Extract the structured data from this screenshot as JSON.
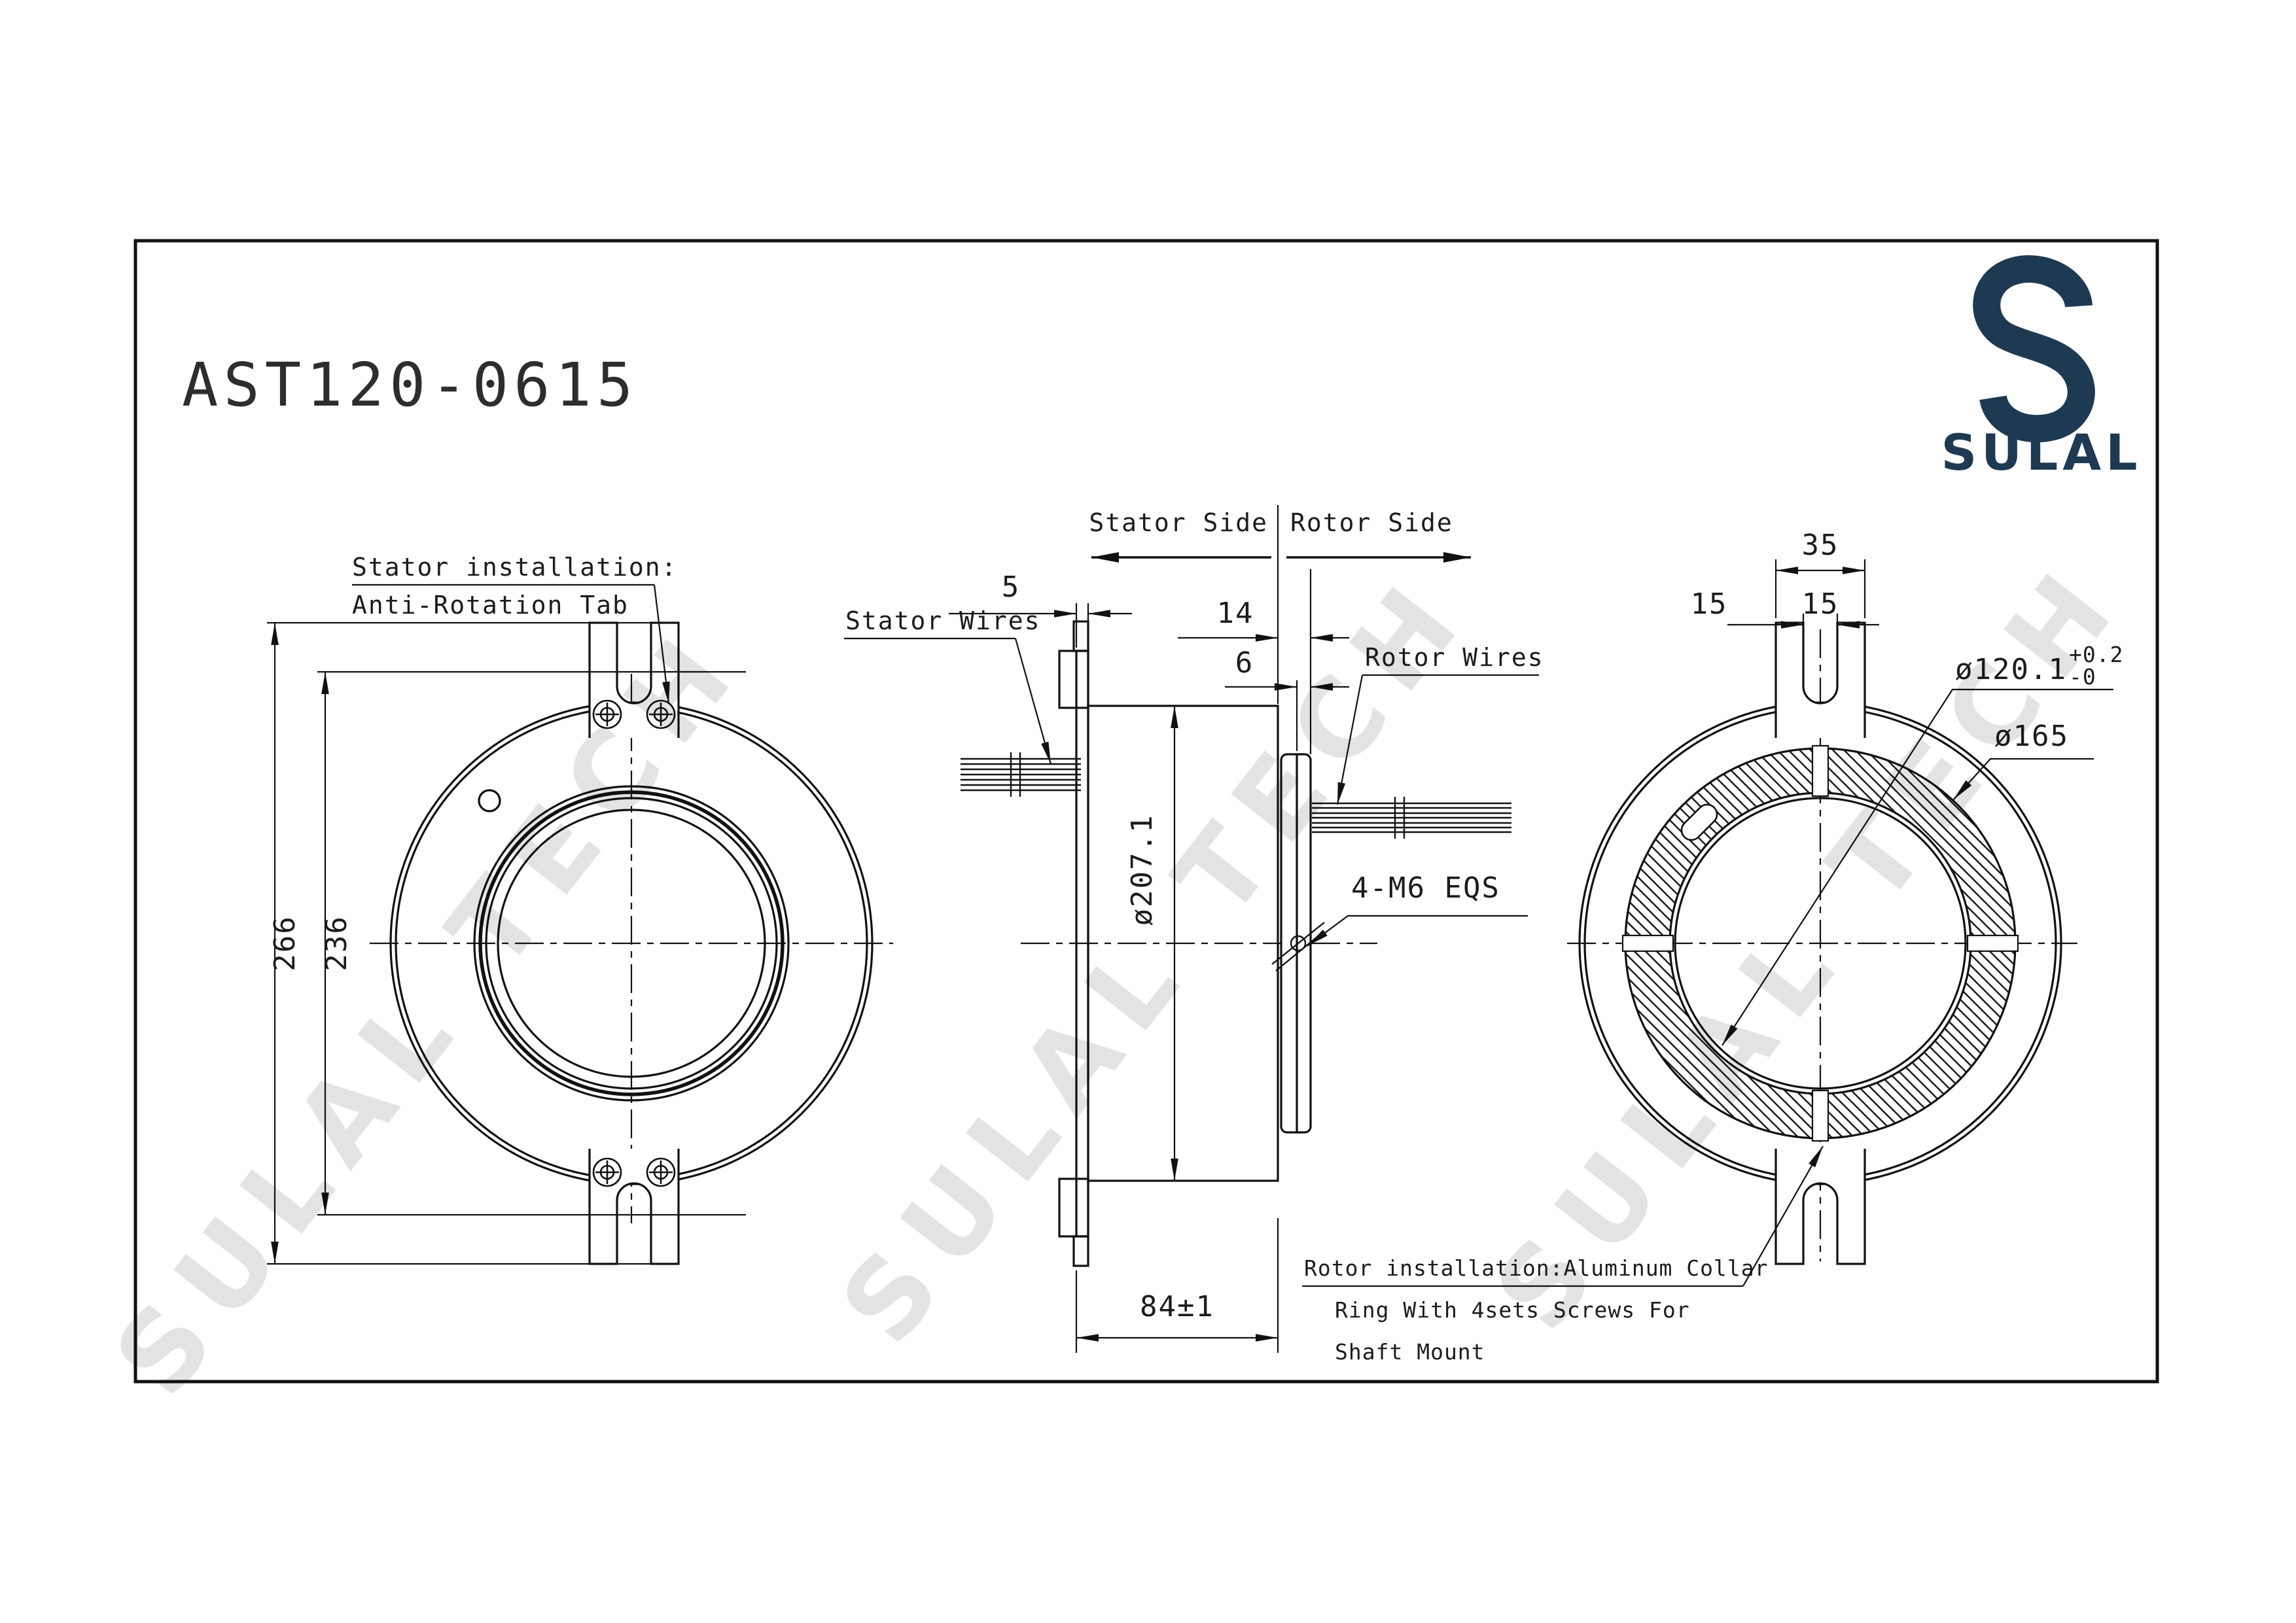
{
  "title": "AST120-0615",
  "brand": "SULAL",
  "watermark": "SULAL TECH",
  "left_view": {
    "leader_line1": "Stator installation:",
    "leader_line2": "Anti-Rotation Tab",
    "dim_outer": "266",
    "dim_inner": "236"
  },
  "section_view": {
    "stator_side": "Stator Side",
    "rotor_side": "Rotor Side",
    "dim_plate": "5",
    "dim_flange": "14",
    "dim_collar": "6",
    "dim_body_dia": "ø207.1",
    "dim_length": "84±1",
    "stator_wires": "Stator Wires",
    "rotor_wires": "Rotor Wires",
    "screw_note": "4-M6 EQS"
  },
  "right_view": {
    "dim_tab": "35",
    "dim_slot_left": "15",
    "dim_slot": "15",
    "dim_bore": "ø120.1",
    "tol_plus": "+0.2",
    "tol_minus": "-0",
    "dim_ring": "ø165",
    "note_line1": "Rotor installation:Aluminum Collar",
    "note_line2": "Ring With 4sets Screws For",
    "note_line3": "Shaft Mount"
  }
}
